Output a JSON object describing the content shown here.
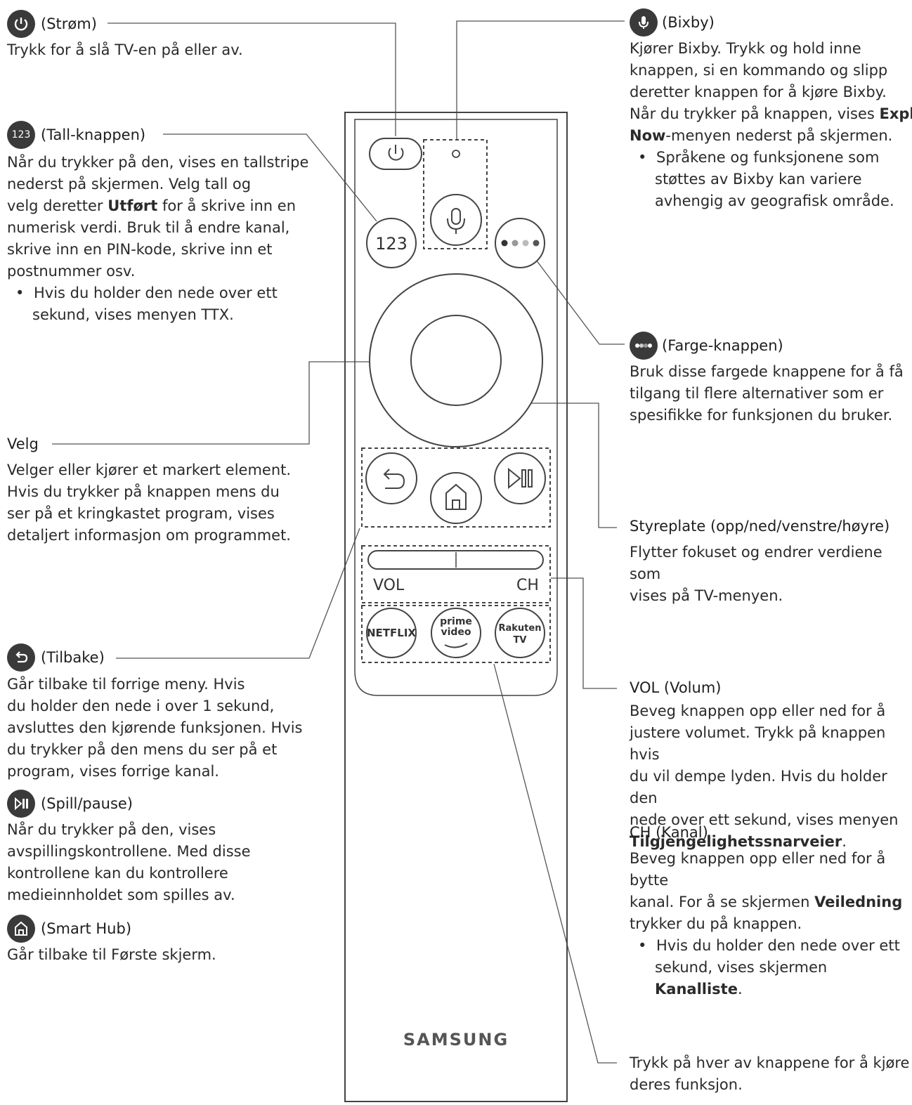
{
  "power": {
    "title": "(Strøm)",
    "desc": "Trykk for å slå TV-en på eller av."
  },
  "numbers": {
    "badge": "123",
    "title": "(Tall-knappen)",
    "desc": [
      "Når du trykker på den, vises en tallstripe",
      "nederst på skjermen. Velg tall og"
    ],
    "desc3_pre": "velg deretter ",
    "desc3_bold": "Utført",
    "desc3_post": " for å skrive inn en",
    "desc_rest": [
      "numerisk verdi. Bruk til å endre kanal,",
      "skrive inn en PIN-kode, skrive inn et",
      "postnummer osv."
    ],
    "bullet": [
      "Hvis du holder den nede over ett",
      "sekund, vises menyen TTX."
    ]
  },
  "select": {
    "title": "Velg",
    "desc": [
      "Velger eller kjører et markert element.",
      "Hvis du trykker på knappen mens du",
      "ser på et kringkastet program, vises",
      "detaljert informasjon om programmet."
    ]
  },
  "back": {
    "title": "(Tilbake)",
    "desc": [
      "Går tilbake til forrige meny. Hvis",
      "du holder den nede i over 1 sekund,",
      "avsluttes den kjørende funksjonen. Hvis",
      "du trykker på den mens du ser på et",
      "program, vises forrige kanal."
    ]
  },
  "playpause": {
    "title": "(Spill/pause)",
    "desc": [
      "Når du trykker på den, vises",
      "avspillingskontrollene. Med disse",
      "kontrollene kan du kontrollere",
      "medieinnholdet som spilles av."
    ]
  },
  "smarthub": {
    "title": "(Smart Hub)",
    "desc": "Går tilbake til Første skjerm."
  },
  "bixby": {
    "title": "(Bixby)",
    "desc": [
      "Kjører Bixby. Trykk og hold inne",
      "knappen, si en kommando og slipp",
      "deretter knappen for å kjøre Bixby."
    ],
    "desc4_pre": "Når du trykker på knappen, vises ",
    "desc4_bold": "Explore",
    "desc5_bold": "Now",
    "desc5_post": "-menyen nederst på skjermen.",
    "bullet": [
      "Språkene og funksjonene som",
      "støttes av Bixby kan variere",
      "avhengig av geografisk område."
    ]
  },
  "color": {
    "title": "(Farge-knappen)",
    "desc": [
      "Bruk disse fargede knappene for å få",
      "tilgang til flere alternativer som er",
      "spesifikke for funksjonen du bruker."
    ]
  },
  "dpad": {
    "title": "Styreplate (opp/ned/venstre/høyre)",
    "desc": [
      "Flytter fokuset og endrer verdiene som",
      "vises på TV-menyen."
    ]
  },
  "vol": {
    "title": "VOL (Volum)",
    "desc": [
      "Beveg knappen opp eller ned for å",
      "justere volumet. Trykk på knappen hvis",
      "du vil dempe lyden. Hvis du holder den",
      "nede over ett sekund, vises menyen"
    ],
    "desc_bold": "Tilgjengelighetssnarveier",
    "desc_end": "."
  },
  "ch": {
    "title": "CH (Kanal)",
    "desc1": "Beveg knappen opp eller ned for å bytte",
    "desc2_pre": "kanal. For å se skjermen ",
    "desc2_bold": "Veiledning",
    "desc3": "trykker du på knappen.",
    "bullet1": "Hvis du holder den nede over ett",
    "bullet2_pre": "sekund, vises skjermen ",
    "bullet2_bold": "Kanalliste",
    "bullet2_end": "."
  },
  "apps": {
    "desc": [
      "Trykk på hver av knappene for å kjøre",
      "deres funksjon."
    ]
  },
  "remote": {
    "numbers_label": "123",
    "vol_label": "VOL",
    "ch_label": "CH",
    "netflix": "NETFLIX",
    "prime_top": "prime",
    "prime_bottom": "video",
    "rakuten_top": "Rakuten",
    "rakuten_bottom": "TV",
    "brand": "SAMSUNG"
  }
}
